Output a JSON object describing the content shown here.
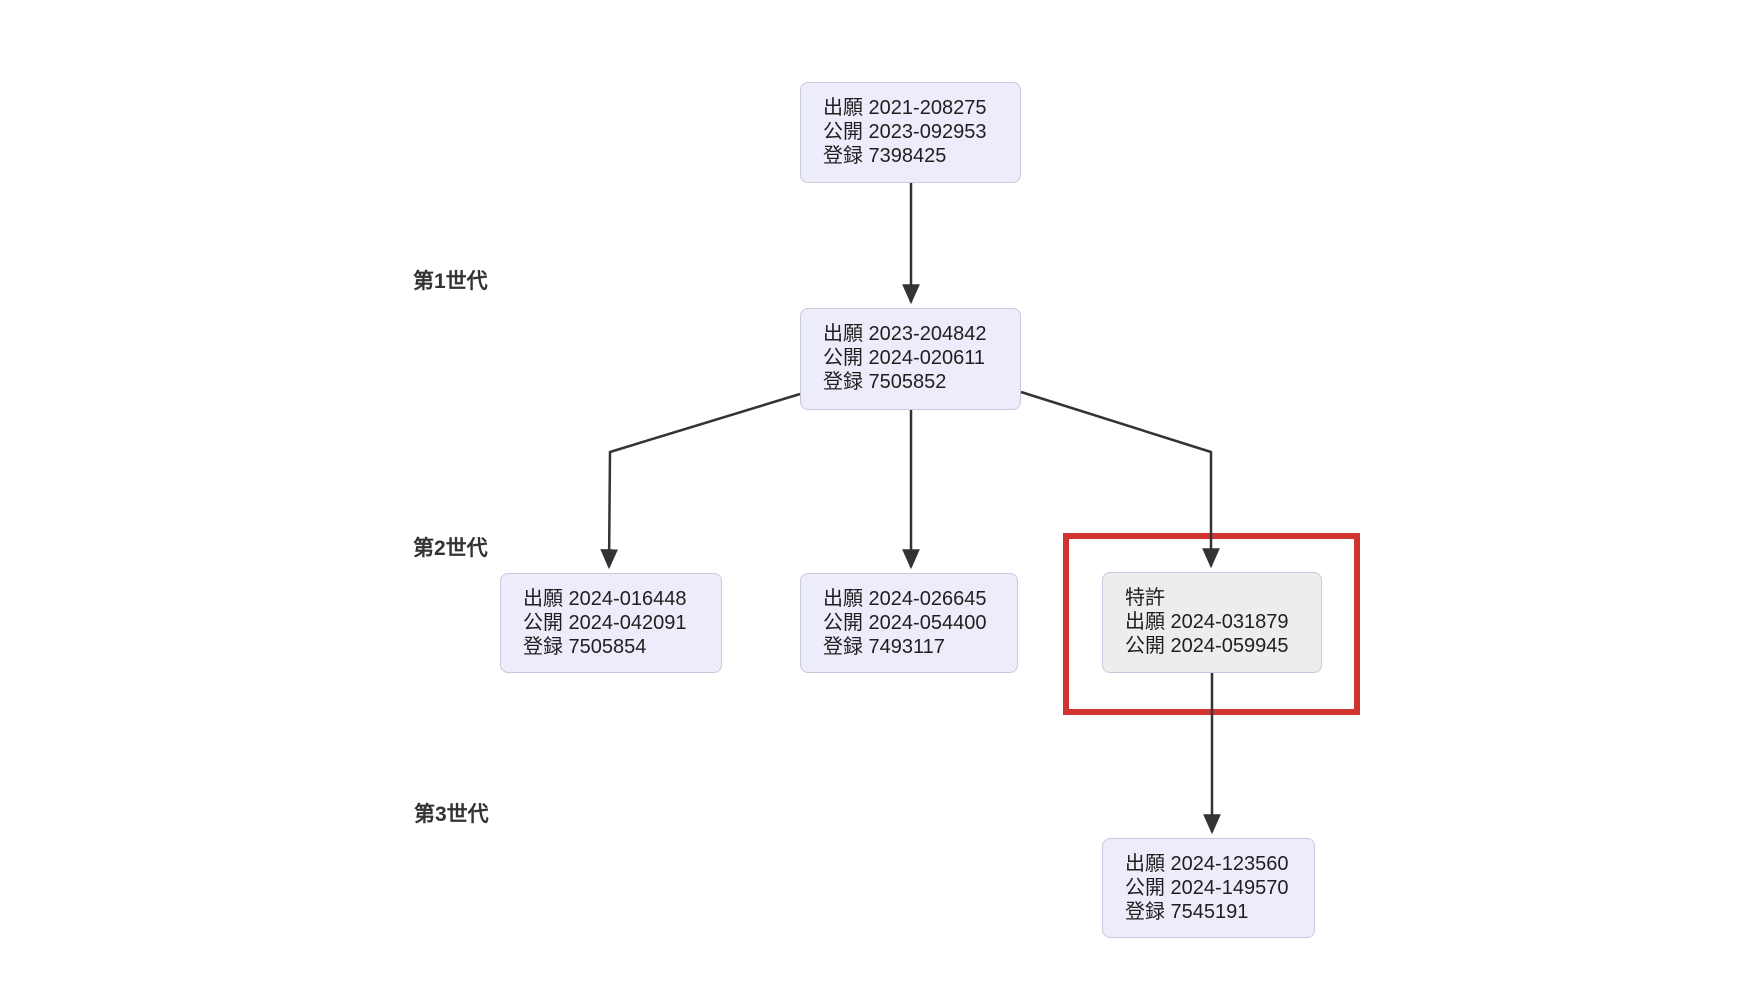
{
  "colors": {
    "node_fill": "#ececfa",
    "node_border": "#c9c9de",
    "highlight_node_fill": "#ededed",
    "edge": "#333333",
    "highlight_border": "#cf3430",
    "text": "#1f1f1f",
    "label_text": "#333333",
    "canvas_bg": "#ffffff"
  },
  "diagram": {
    "generation_labels": [
      "第1世代",
      "第2世代",
      "第3世代"
    ],
    "nodes": {
      "root": {
        "lines": [
          "出願 2021-208275",
          "公開 2023-092953",
          "登録 7398425"
        ]
      },
      "gen1": {
        "lines": [
          "出願 2023-204842",
          "公開 2024-020611",
          "登録 7505852"
        ]
      },
      "gen2_left": {
        "lines": [
          "出願 2024-016448",
          "公開 2024-042091",
          "登録 7505854"
        ]
      },
      "gen2_middle": {
        "lines": [
          "出願 2024-026645",
          "公開 2024-054400",
          "登録 7493117"
        ]
      },
      "gen2_right": {
        "lines": [
          "特許",
          "出願 2024-031879",
          "公開 2024-059945"
        ],
        "highlighted": true
      },
      "gen3": {
        "lines": [
          "出願 2024-123560",
          "公開 2024-149570",
          "登録 7545191"
        ]
      }
    }
  }
}
